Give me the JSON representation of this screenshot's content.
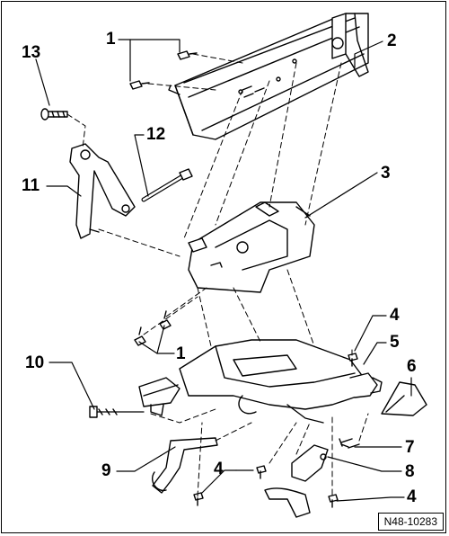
{
  "diagram": {
    "callouts": {
      "c1a": "1",
      "c2": "2",
      "c13": "13",
      "c12": "12",
      "c11": "11",
      "c3": "3",
      "c4a": "4",
      "c5": "5",
      "c6": "6",
      "c1b": "1",
      "c10": "10",
      "c7": "7",
      "c8": "8",
      "c9": "9",
      "c4b": "4",
      "c4c": "4"
    },
    "reference_id": "N48-10283"
  }
}
